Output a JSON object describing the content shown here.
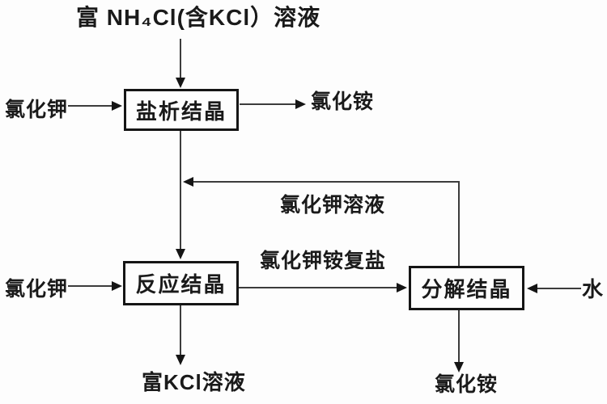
{
  "diagram": {
    "type": "process-flow",
    "background": "#fdfdfd",
    "colors": {
      "text": "#1a1a1a",
      "box_border": "#151515",
      "line": "#3c3c3c"
    },
    "nodes": {
      "salting_out": {
        "label": "盐析结晶"
      },
      "reaction": {
        "label": "反应结晶"
      },
      "decomposition": {
        "label": "分解结晶"
      }
    },
    "labels": {
      "feed_top": "富 NH₄Cl(含KCl）溶液",
      "kcl_in_1": "氯化钾",
      "nh4cl_out_1": "氯化铵",
      "kcl_solution_recycle": "氯化钾溶液",
      "kcl_in_2": "氯化钾",
      "double_salt": "氯化钾铵复盐",
      "water_in": "水",
      "rich_kcl_out": "富KCl溶液",
      "nh4cl_out_2": "氯化铵"
    },
    "flows": [
      {
        "from": "富 NH₄Cl(含KCl）溶液",
        "to": "盐析结晶",
        "label": ""
      },
      {
        "from": "氯化钾",
        "to": "盐析结晶",
        "label": ""
      },
      {
        "from": "盐析结晶",
        "to": "氯化铵",
        "label": ""
      },
      {
        "from": "盐析结晶",
        "to": "反应结晶",
        "label": ""
      },
      {
        "from": "分解结晶",
        "to": "反应结晶",
        "label": "氯化钾溶液"
      },
      {
        "from": "氯化钾",
        "to": "反应结晶",
        "label": ""
      },
      {
        "from": "反应结晶",
        "to": "分解结晶",
        "label": "氯化钾铵复盐"
      },
      {
        "from": "水",
        "to": "分解结晶",
        "label": ""
      },
      {
        "from": "反应结晶",
        "to": "富KCl溶液",
        "label": ""
      },
      {
        "from": "分解结晶",
        "to": "氯化铵",
        "label": ""
      }
    ]
  }
}
